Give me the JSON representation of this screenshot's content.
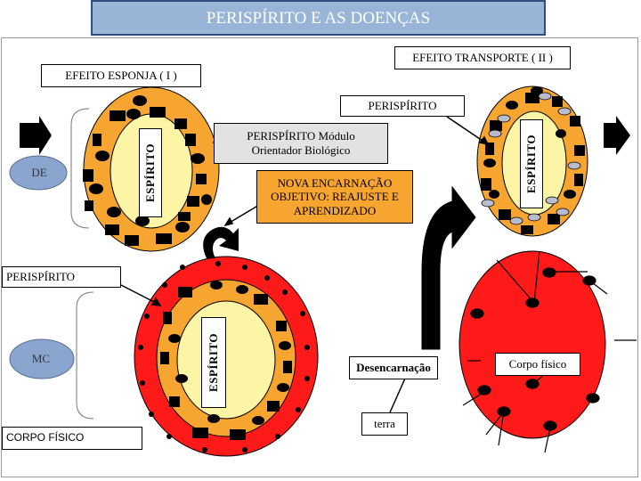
{
  "title": "PERISPÍRITO E AS DOENÇAS",
  "labels": {
    "efeito_transporte": "EFEITO TRANSPORTE ( II )",
    "efeito_esponja": "EFEITO ESPONJA ( I )",
    "perispirito_top": "PERISPÍRITO",
    "perispirito_left": "PERISPÍRITO",
    "modulo_line1": "PERISPÍRITO Módulo",
    "modulo_line2": "Orientador Biológico",
    "encarnacao_line1": "NOVA ENCARNAÇÃO",
    "encarnacao_line2": "OBJETIVO: REAJUSTE E",
    "encarnacao_line3": "APRENDIZADO",
    "espirito_top_left": "ESPÍRITO",
    "espirito_top_right": "ESPÍRITO",
    "espirito_bottom": "ESPÍRITO",
    "de": "DE",
    "mc": "MC",
    "corpo_fisico_left": "CORPO FÍSICO",
    "desencarnacao": "Desencarnação",
    "terra": "terra",
    "corpo_fisico_right": "Corpo físico"
  },
  "colors": {
    "title_bg": "#98b4d6",
    "orange": "#f7a531",
    "red": "#ff1a1a",
    "yellow": "#fdf5a6",
    "blue_oval": "#8aa6cf",
    "arrow_black": "#000000"
  }
}
